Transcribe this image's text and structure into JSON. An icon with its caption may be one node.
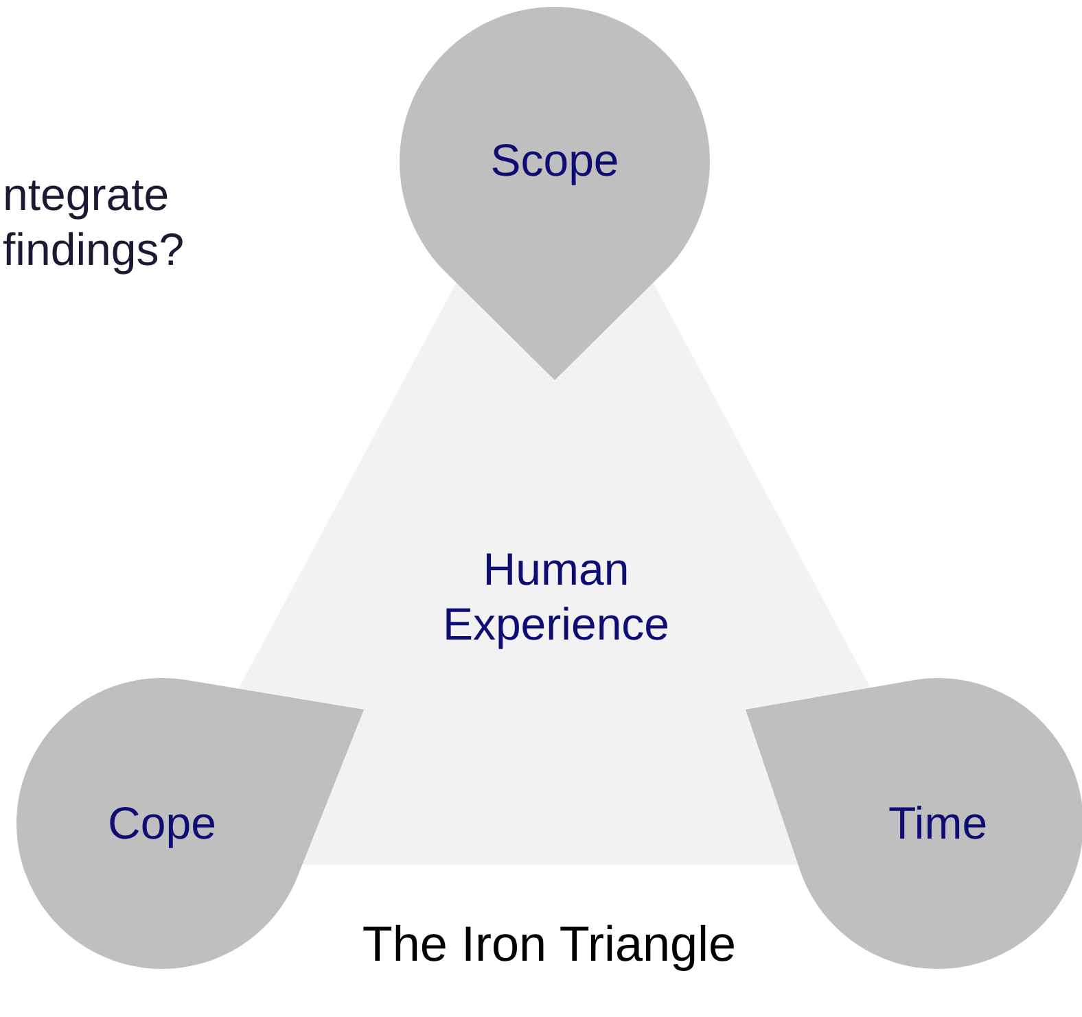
{
  "diagram": {
    "caption": "The Iron Triangle",
    "nodes": [
      {
        "text": [
          "Human Experience"
        ]
      },
      {
        "text": [
          "Scope"
        ]
      },
      {
        "text": [
          "Cope"
        ]
      },
      {
        "text": [
          "Time"
        ]
      }
    ],
    "labels": [
      "ntegrate findings?"
    ]
  }
}
